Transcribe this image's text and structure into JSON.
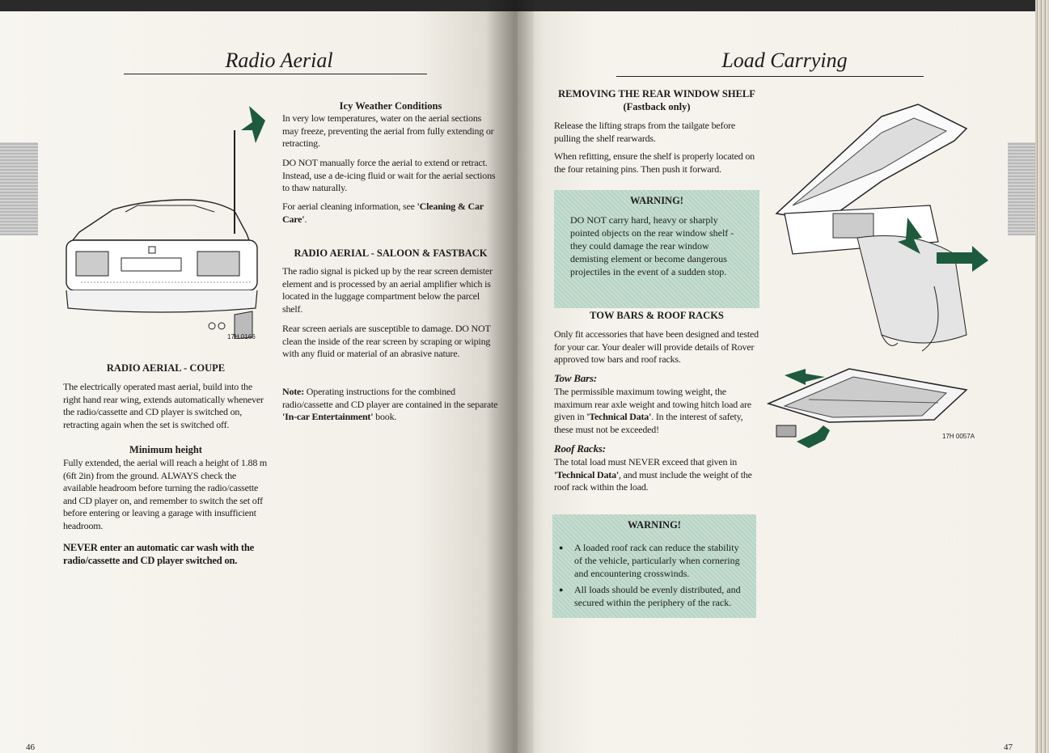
{
  "left": {
    "title": "Radio Aerial",
    "figure_caption": "17H 0166",
    "icy": {
      "heading": "Icy Weather Conditions",
      "p1": "In very low temperatures, water on the aerial sections may freeze, preventing the aerial from fully extending or retracting.",
      "p2": "DO NOT manually force the aerial to extend or retract. Instead, use a de-icing fluid or wait for the aerial sections to thaw naturally.",
      "p3a": "For aerial cleaning information, see ",
      "p3b": "'Cleaning & Car Care'",
      "p3c": "."
    },
    "saloon": {
      "heading": "RADIO AERIAL - SALOON & FASTBACK",
      "p1": "The radio signal is picked up by the rear screen demister element and is processed by an aerial amplifier which is located in the luggage compartment below the parcel shelf.",
      "p2": "Rear screen aerials are susceptible to damage. DO NOT clean the inside of the rear screen by scraping or wiping with any fluid or material of an abrasive nature.",
      "note_label": "Note:",
      "note_a": " Operating instructions for the combined radio/cassette and CD player are contained in the separate ",
      "note_b": "'In-car Entertainment'",
      "note_c": " book."
    },
    "coupe": {
      "heading": "RADIO AERIAL - COUPE",
      "p1": "The electrically operated mast aerial, build into the right hand rear wing, extends automatically whenever the radio/cassette and CD player is switched on, retracting again when the set is switched off."
    },
    "minimum": {
      "heading": "Minimum height",
      "p1": "Fully extended, the aerial will reach a height of 1.88 m (6ft 2in) from the ground. ALWAYS check the available headroom before turning the radio/cassette and CD player on, and remember to switch the set off before entering or leaving a garage with insufficient headroom.",
      "never": "NEVER enter an automatic car wash with the radio/cassette and CD player switched on."
    },
    "page_number": "46"
  },
  "right": {
    "title": "Load Carrying",
    "shelf": {
      "heading1": "REMOVING THE REAR WINDOW SHELF",
      "heading2": "(Fastback only)",
      "p1": "Release the lifting straps from the tailgate before pulling the shelf rearwards.",
      "p2": "When refitting, ensure the shelf is properly located on the four retaining pins. Then push it forward."
    },
    "warning1": {
      "title": "WARNING!",
      "text": "DO NOT carry hard, heavy or sharply pointed objects on the rear window shelf - they could damage the rear window demisting element or become dangerous projectiles in the event of a sudden stop."
    },
    "tow": {
      "heading": "TOW BARS & ROOF RACKS",
      "p1": "Only fit accessories that have been designed and tested for your car. Your dealer will provide details of Rover approved tow bars and roof racks.",
      "towbars_label": "Tow Bars:",
      "towbars_a": "The permissible maximum towing weight, the maximum rear axle weight and towing hitch load are given in ",
      "towbars_b": "'Technical Data'",
      "towbars_c": ". In the interest of safety, these must not be exceeded!",
      "roofracks_label": "Roof Racks:",
      "roofracks_a": "The total load must NEVER exceed that given in ",
      "roofracks_b": "'Technical Data'",
      "roofracks_c": ", and must include the weight of the roof rack within the load."
    },
    "warning2": {
      "title": "WARNING!",
      "b1": "A loaded roof rack can reduce the stability of the vehicle, particularly when cornering and encountering crosswinds.",
      "b2": "All loads should be evenly distributed, and secured within the periphery of the rack."
    },
    "figure_caption": "17H 0057A",
    "page_number": "47"
  }
}
